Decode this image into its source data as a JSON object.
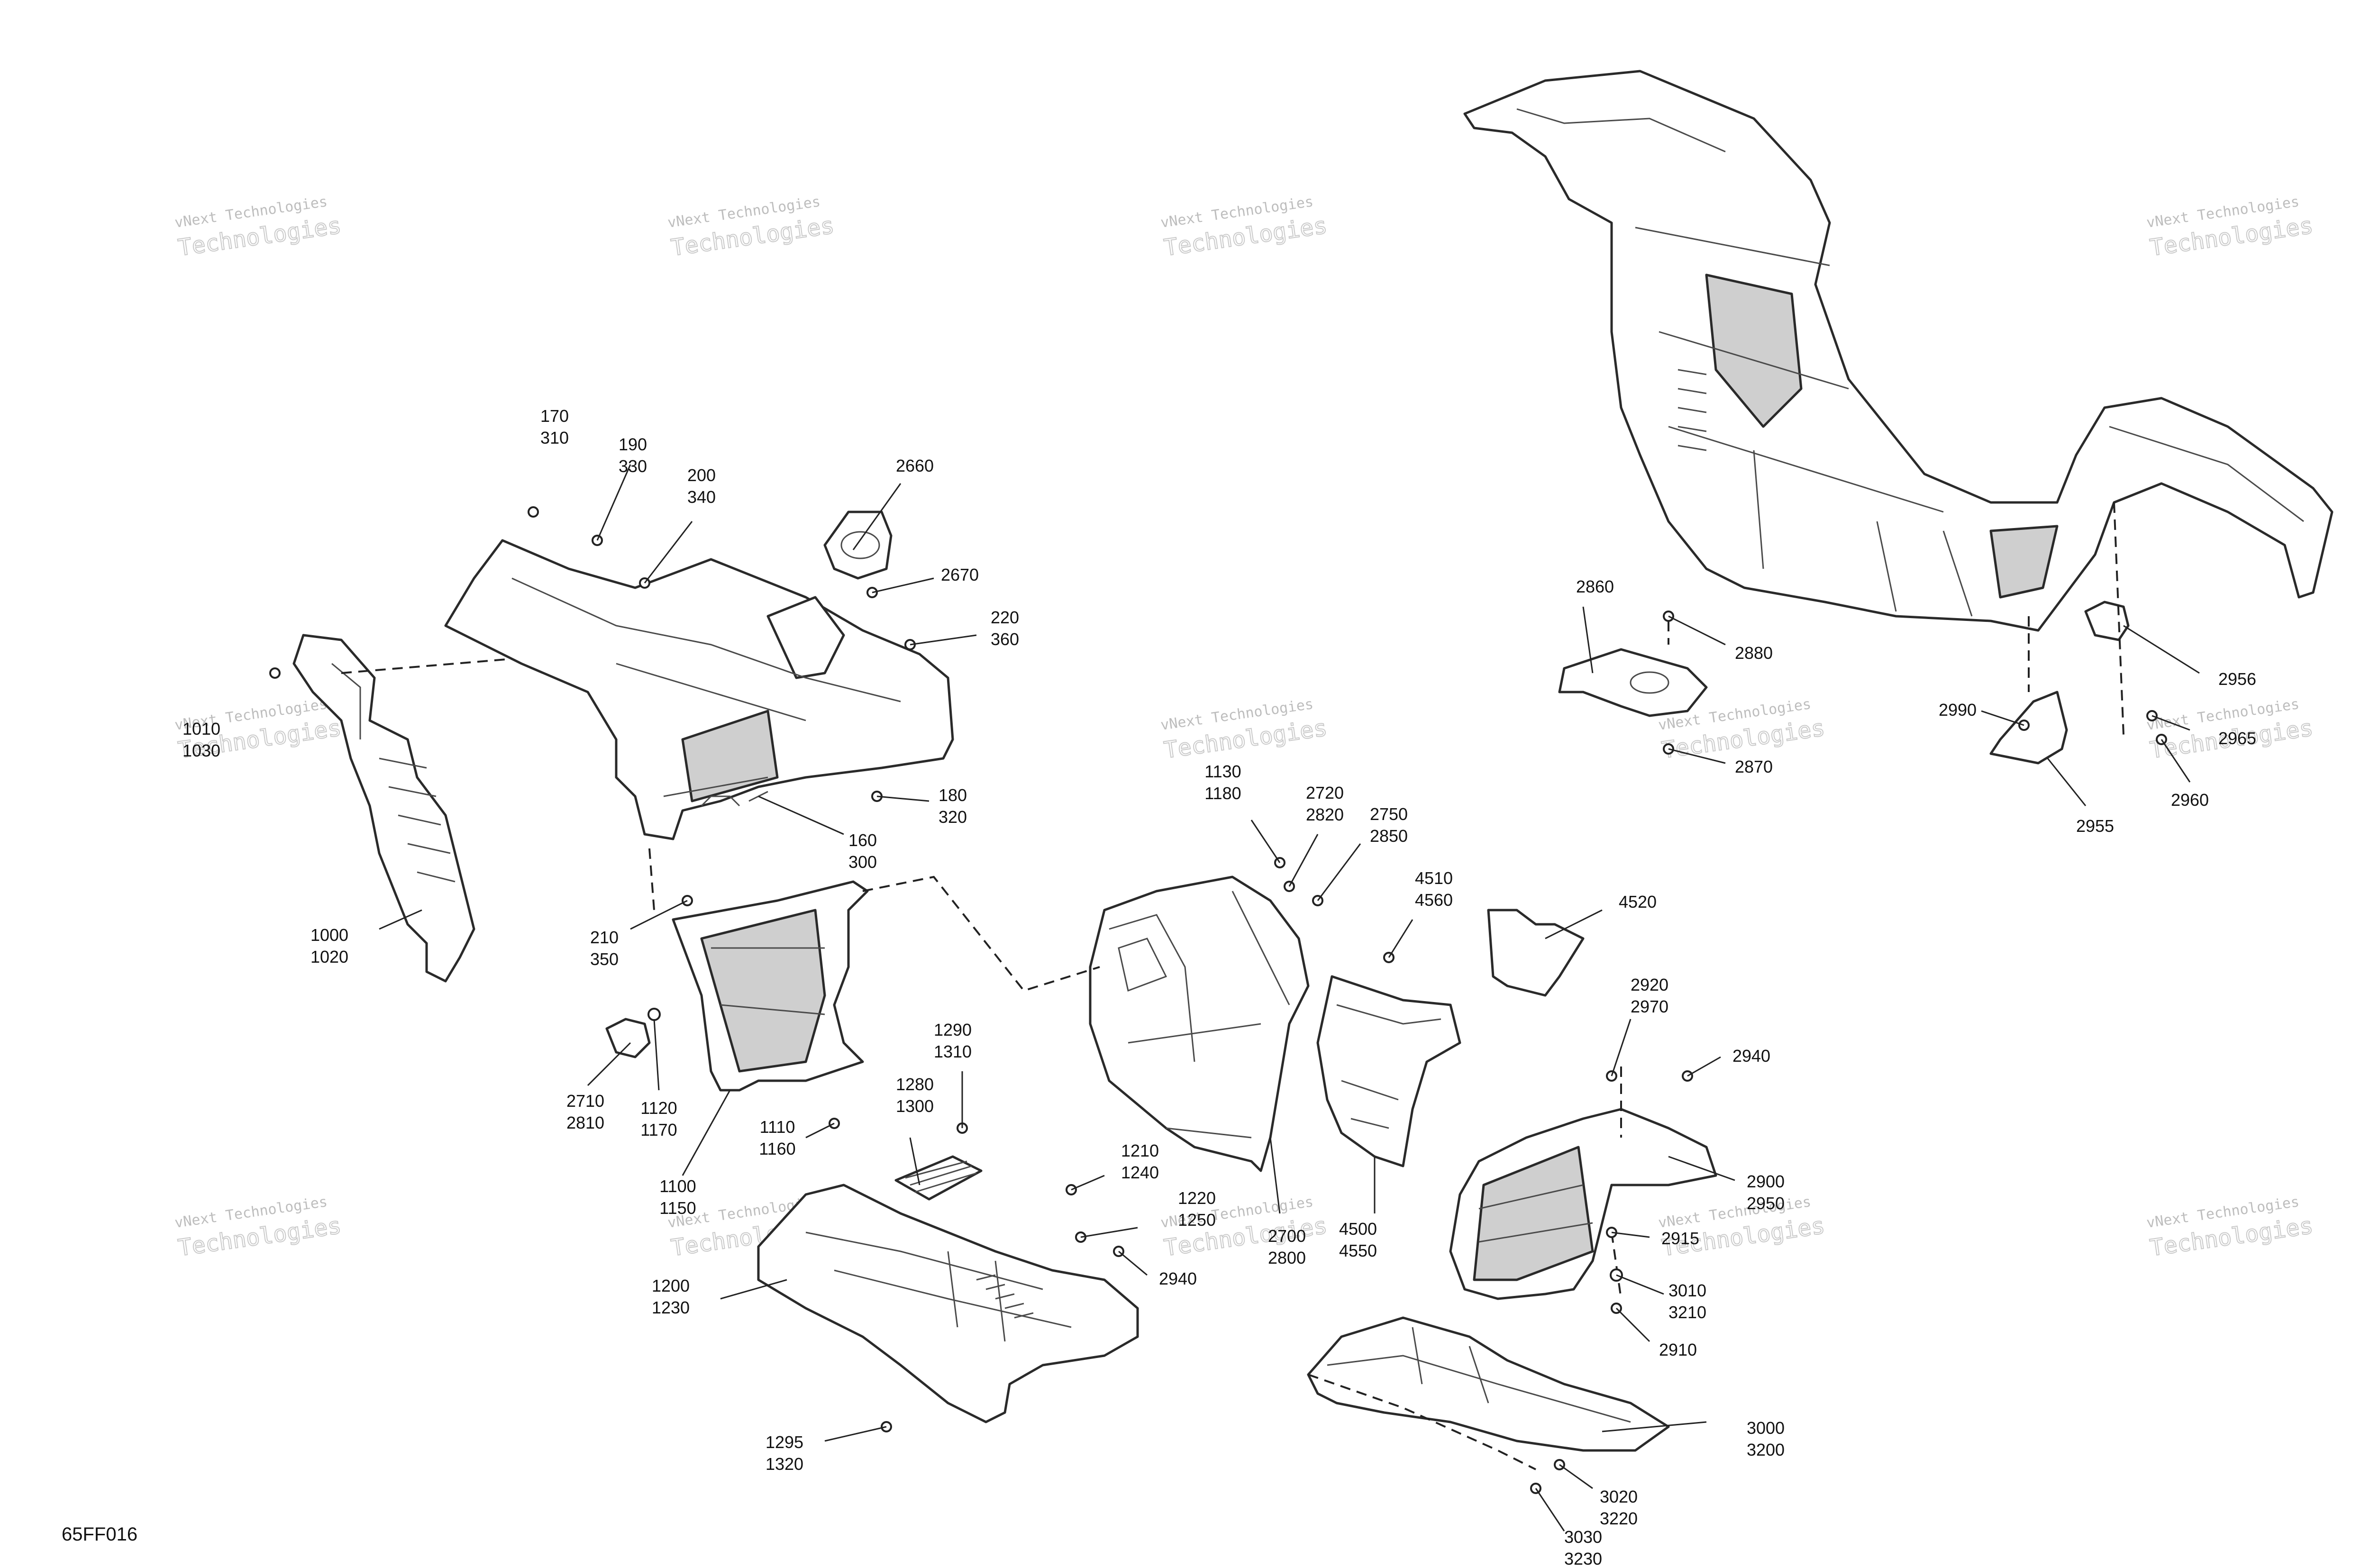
{
  "diagram_code": "65FF016",
  "watermark": {
    "line1": "vNext Technologies",
    "line2": "Technologies"
  },
  "callouts": {
    "c170": [
      "170",
      "310"
    ],
    "c190": [
      "190",
      "330"
    ],
    "c200": [
      "200",
      "340"
    ],
    "c2660": [
      "2660"
    ],
    "c2670": [
      "2670"
    ],
    "c220": [
      "220",
      "360"
    ],
    "c1010": [
      "1010",
      "1030"
    ],
    "c180": [
      "180",
      "320"
    ],
    "c160": [
      "160",
      "300"
    ],
    "c1000": [
      "1000",
      "1020"
    ],
    "c210": [
      "210",
      "350"
    ],
    "c2710": [
      "2710",
      "2810"
    ],
    "c1120": [
      "1120",
      "1170"
    ],
    "c1110": [
      "1110",
      "1160"
    ],
    "c1100": [
      "1100",
      "1150"
    ],
    "c1290": [
      "1290",
      "1310"
    ],
    "c1280": [
      "1280",
      "1300"
    ],
    "c1200": [
      "1200",
      "1230"
    ],
    "c1295": [
      "1295",
      "1320"
    ],
    "c1130": [
      "1130",
      "1180"
    ],
    "c2720": [
      "2720",
      "2820"
    ],
    "c2750": [
      "2750",
      "2850"
    ],
    "c4510": [
      "4510",
      "4560"
    ],
    "c4520": [
      "4520"
    ],
    "c1210": [
      "1210",
      "1240"
    ],
    "c1220": [
      "1220",
      "1250"
    ],
    "c2700": [
      "2700",
      "2800"
    ],
    "c2940a": [
      "2940"
    ],
    "c4500": [
      "4500",
      "4550"
    ],
    "c2920": [
      "2920",
      "2970"
    ],
    "c2940b": [
      "2940"
    ],
    "c2900": [
      "2900",
      "2950"
    ],
    "c2915": [
      "2915"
    ],
    "c3010": [
      "3010",
      "3210"
    ],
    "c2910": [
      "2910"
    ],
    "c3000": [
      "3000",
      "3200"
    ],
    "c3020": [
      "3020",
      "3220"
    ],
    "c3030": [
      "3030",
      "3230"
    ],
    "c2860": [
      "2860"
    ],
    "c2880": [
      "2880"
    ],
    "c2870": [
      "2870"
    ],
    "c2990": [
      "2990"
    ],
    "c2956": [
      "2956"
    ],
    "c2965": [
      "2965"
    ],
    "c2960": [
      "2960"
    ],
    "c2955": [
      "2955"
    ]
  }
}
